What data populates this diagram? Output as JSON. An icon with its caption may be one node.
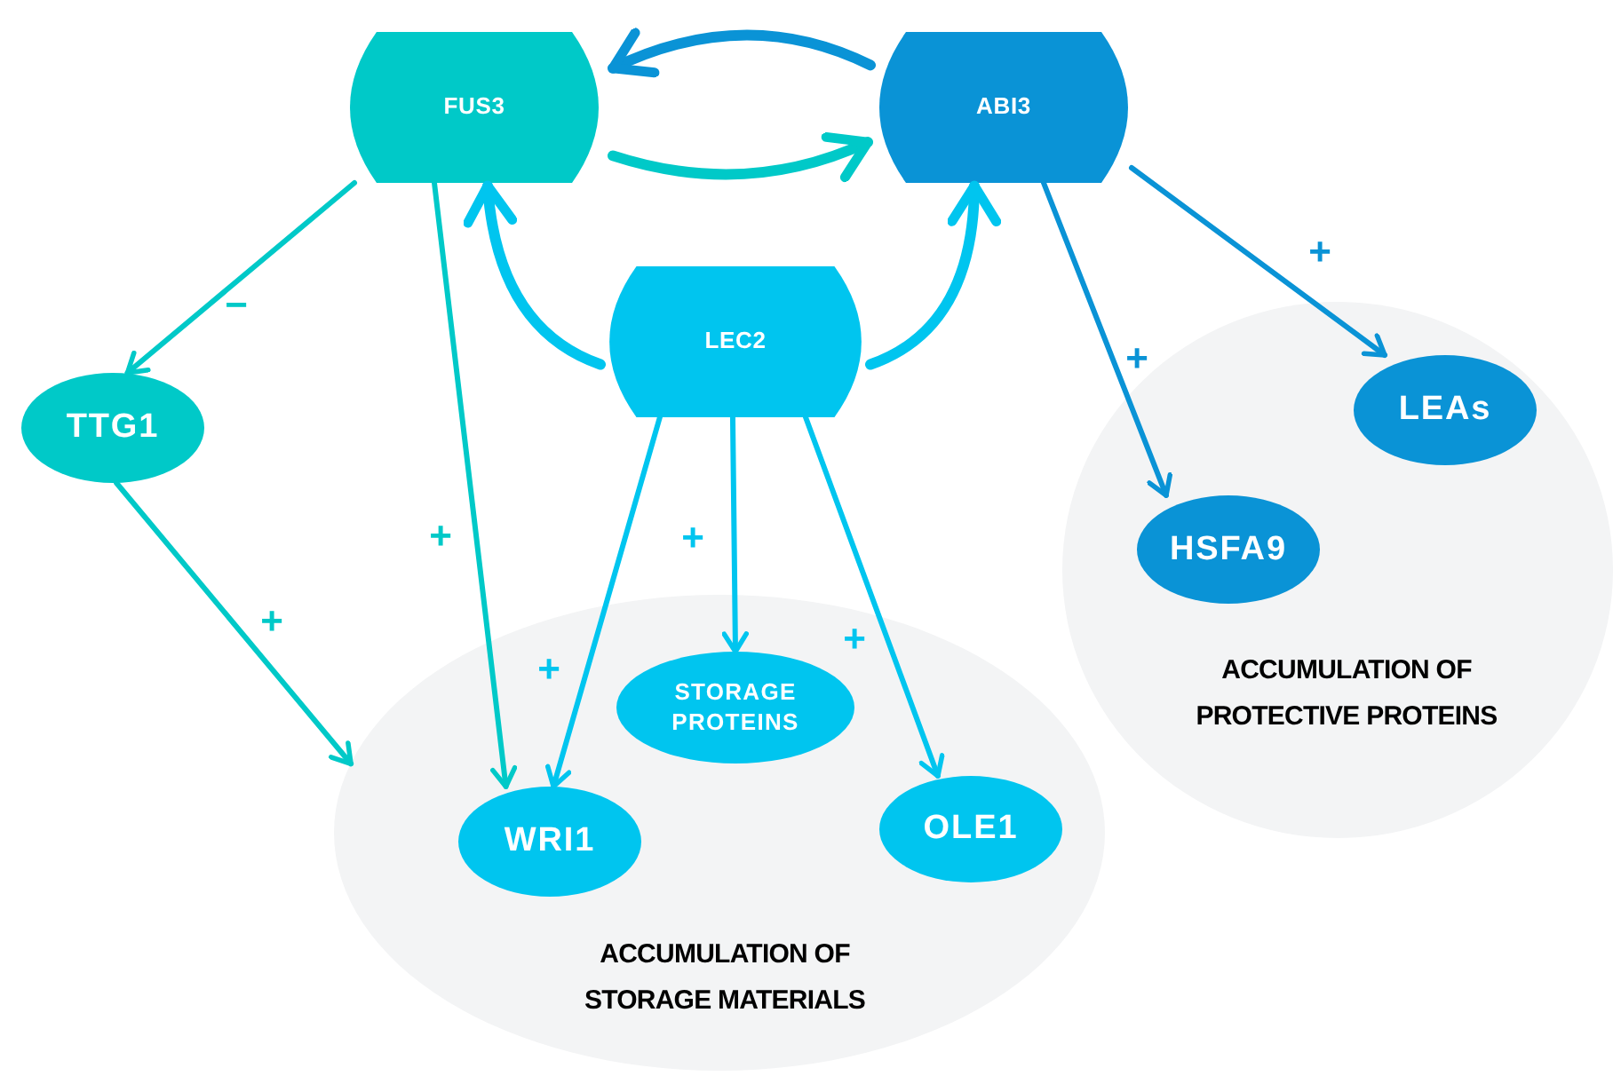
{
  "diagram": {
    "nodes": [
      {
        "text": [
          "FUS3"
        ]
      },
      {
        "text": [
          "ABI3"
        ]
      },
      {
        "text": [
          "LEC2"
        ]
      },
      {
        "text": [
          "TTG1"
        ]
      },
      {
        "text": [
          "ACCUMULATION OF STORAGE MATERIALS"
        ]
      },
      {
        "text": [
          "STORAGE PROTEINS"
        ],
        "in": 4
      },
      {
        "text": [
          "WRI1"
        ],
        "in": 4
      },
      {
        "text": [
          "OLE1"
        ],
        "in": 4
      },
      {
        "text": [
          "ACCUMULATION OF PROTECTIVE PROTEINS"
        ]
      },
      {
        "text": [
          "HSFA9"
        ],
        "in": 8
      },
      {
        "text": [
          "LEAs"
        ],
        "in": 8
      }
    ],
    "edges": [
      {
        "from": 1,
        "to": 0,
        "arrow": "to",
        "style": "thick",
        "color": "#0a93d6"
      },
      {
        "from": 0,
        "to": 1,
        "arrow": "to",
        "style": "thick",
        "color": "#00c9c8"
      },
      {
        "from": 2,
        "to": 0,
        "arrow": "to",
        "style": "thick"
      },
      {
        "from": 2,
        "to": 1,
        "arrow": "to",
        "style": "thick"
      },
      {
        "from": 0,
        "to": 3,
        "arrow": "to",
        "label": "−",
        "color": "#00c9c8"
      },
      {
        "from": 0,
        "to": 6,
        "arrow": "to",
        "label": "+",
        "color": "#00c9c8"
      },
      {
        "from": 3,
        "to": 4,
        "arrow": "to",
        "label": "+",
        "color": "#00c9c8"
      },
      {
        "from": 2,
        "to": 6,
        "arrow": "to",
        "label": "+"
      },
      {
        "from": 2,
        "to": 5,
        "arrow": "to",
        "label": "+"
      },
      {
        "from": 2,
        "to": 7,
        "arrow": "to",
        "label": "+"
      },
      {
        "from": 1,
        "to": 9,
        "arrow": "to",
        "label": "+",
        "color": "#0a93d6"
      },
      {
        "from": 1,
        "to": 10,
        "arrow": "to",
        "label": "+",
        "color": "#0a93d6"
      }
    ]
  }
}
